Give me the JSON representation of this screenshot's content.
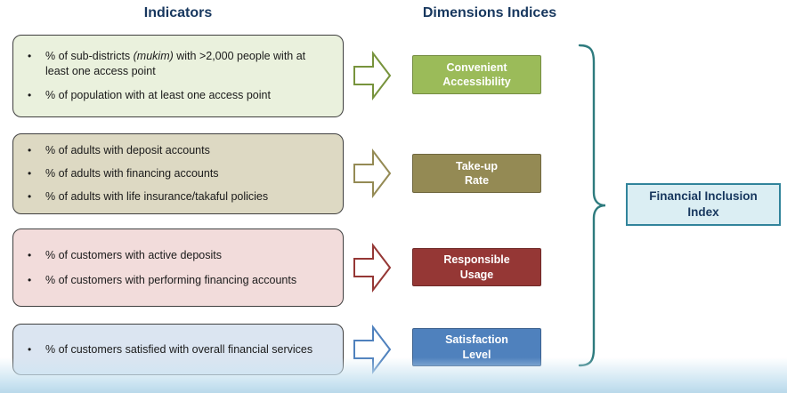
{
  "titles": {
    "indicators": "Indicators",
    "dimensions": "Dimensions Indices"
  },
  "rows": [
    {
      "id": "convenient-accessibility",
      "bullets": [
        {
          "pre": "% of sub-districts ",
          "em": "(mukim)",
          "post": " with >2,000 people with at least one access point"
        },
        {
          "pre": "% of population with at least one access point",
          "em": "",
          "post": ""
        }
      ],
      "dimension_lines": [
        "Convenient",
        "Accessibility"
      ],
      "colors": {
        "panel_fill": "#EAF1DD",
        "panel_border": "#3F3F3F",
        "arrow_stroke": "#77933C",
        "dimension_fill": "#9BBB59"
      }
    },
    {
      "id": "take-up-rate",
      "bullets": [
        {
          "pre": "% of adults with deposit accounts",
          "em": "",
          "post": ""
        },
        {
          "pre": "% of adults with financing accounts",
          "em": "",
          "post": ""
        },
        {
          "pre": "% of adults with life insurance/takaful policies",
          "em": "",
          "post": ""
        }
      ],
      "dimension_lines": [
        "Take-up",
        "Rate"
      ],
      "colors": {
        "panel_fill": "#DDD9C3",
        "panel_border": "#3F3F3F",
        "arrow_stroke": "#948A54",
        "dimension_fill": "#948A54"
      }
    },
    {
      "id": "responsible-usage",
      "bullets": [
        {
          "pre": "% of customers with active deposits",
          "em": "",
          "post": ""
        },
        {
          "pre": "% of customers with performing financing accounts",
          "em": "",
          "post": ""
        }
      ],
      "dimension_lines": [
        "Responsible",
        "Usage"
      ],
      "colors": {
        "panel_fill": "#F2DCDB",
        "panel_border": "#3F3F3F",
        "arrow_stroke": "#953735",
        "dimension_fill": "#953735"
      }
    },
    {
      "id": "satisfaction-level",
      "bullets": [
        {
          "pre": "% of customers satisfied with overall financial services",
          "em": "",
          "post": ""
        }
      ],
      "dimension_lines": [
        "Satisfaction",
        "Level"
      ],
      "colors": {
        "panel_fill": "#DBE5F1",
        "panel_border": "#3F3F3F",
        "arrow_stroke": "#4F81BD",
        "dimension_fill": "#4F81BD"
      }
    }
  ],
  "result": {
    "lines": [
      "Financial Inclusion",
      "Index"
    ],
    "colors": {
      "fill": "#DBEEF3",
      "border": "#31849B",
      "text": "#17375E"
    }
  },
  "decorations": {
    "brace_color": "#2E7B7E",
    "title_color": "#17375E",
    "bottom_band_color": "#B9D9EA"
  }
}
